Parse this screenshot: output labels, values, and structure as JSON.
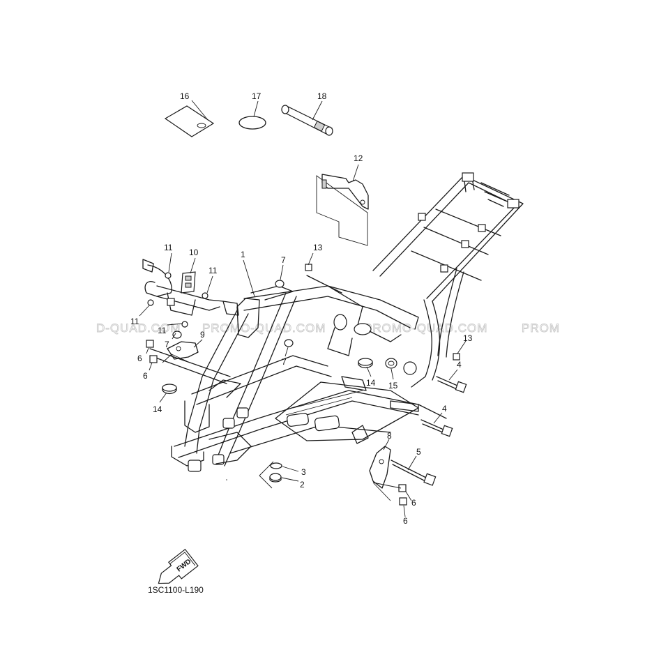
{
  "watermark": {
    "segments": [
      "D-QUAD.COM",
      "PROMO-QUAD.COM",
      "PROMO-QUAD.COM",
      "PROM"
    ]
  },
  "callouts": {
    "n16": "16",
    "n17": "17",
    "n18": "18",
    "n12": "12",
    "n11a": "11",
    "n10": "10",
    "n11b": "11",
    "n1": "1",
    "n13a": "13",
    "n7a": "7",
    "n11c": "11",
    "n11d": "11",
    "n7b": "7",
    "n9": "9",
    "n7c": "7",
    "n6a": "6",
    "n6b": "6",
    "n14a": "14",
    "n14b": "14",
    "n15": "15",
    "n13b": "13",
    "n4a": "4",
    "n4b": "4",
    "n8": "8",
    "n5": "5",
    "n3": "3",
    "n2": "2",
    "n6c": "6",
    "n6d": "6"
  },
  "fwd_label": "FWD",
  "diagram_code": "1SC1100-L190"
}
